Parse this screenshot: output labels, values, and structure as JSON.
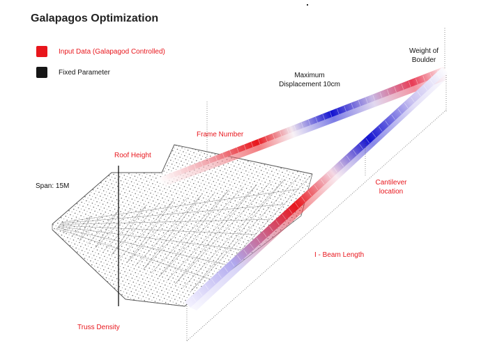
{
  "title": "Galapagos Optimization",
  "legend": [
    {
      "label": "Input Data (Galapagod Controlled)",
      "color": "#e8161c"
    },
    {
      "label": "Fixed Parameter",
      "color": "#161616"
    }
  ],
  "labels": {
    "weight": "Weight of\nBoulder",
    "max_disp": "Maximum\nDisplacement 10cm",
    "frame_number": "Frame Number",
    "roof_height": "Roof Height",
    "span": "Span: 15M",
    "cantilever": "Cantilever\nlocation",
    "beam_length": "I - Beam Length",
    "truss_density": "Truss Density"
  },
  "colors": {
    "input": "#e8161c",
    "fixed": "#161616",
    "beam_red": "#e8161c",
    "beam_blue": "#1212d0",
    "beam_light": "#f2e6ee"
  }
}
